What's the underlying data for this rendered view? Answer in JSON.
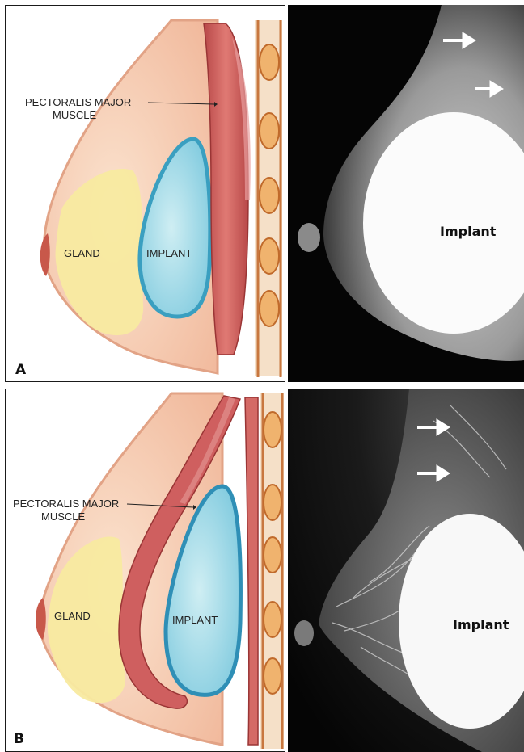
{
  "panel_a": {
    "letter": "A",
    "muscle_label_line1": "PECTORALIS MAJOR",
    "muscle_label_line2": "MUSCLE",
    "gland_label": "GLAND",
    "implant_label": "IMPLANT",
    "xray_implant_label": "Implant",
    "arrows": 2
  },
  "panel_b": {
    "letter": "B",
    "muscle_label_line1": "PECTORALIS MAJOR",
    "muscle_label_line2": "MUSCLE",
    "gland_label": "GLAND",
    "implant_label": "IMPLANT",
    "xray_implant_label": "Implant",
    "arrows": 2
  },
  "colors": {
    "skin": "#f6d2b8",
    "gland": "#f8eaa0",
    "implant": "#a9d9e6",
    "implant_outline": "#3a9fc0",
    "muscle": "#cf5f5f",
    "xray_bg": "#050505"
  }
}
